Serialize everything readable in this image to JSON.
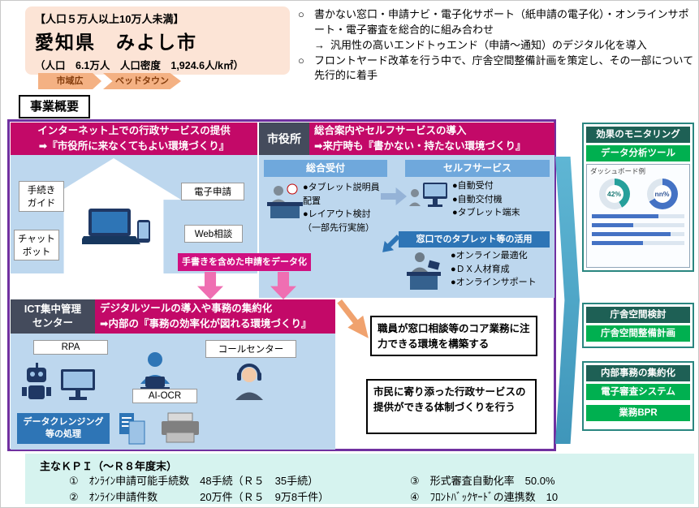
{
  "title_box": {
    "category": "【人口５万人以上10万人未満】",
    "city": "愛知県　みよし市",
    "stats": "（人口　6.1万人　人口密度　1,924.6人/k㎡）",
    "tag1": "市域広",
    "tag2": "ベッドタウン"
  },
  "intro": {
    "b1_marker": "○",
    "b1": "書かない窓口・申請ナビ・電子化サポート（紙申請の電子化）・オンラインサポート・電子審査を総合的に組み合わせ",
    "b2_marker": "→",
    "b2": "汎用性の高いエンドトゥエンド（申請〜通知）のデジタル化を導入",
    "b3_marker": "○",
    "b3": "フロントヤード改革を行う中で、庁舎空間整備計画を策定し、その一部について先行的に着手"
  },
  "overview_label": "事業概要",
  "internet": {
    "header1": "インターネット上での行政サービスの提供",
    "header2": "➡『市役所に来なくてもよい環境づくり』",
    "label_guide": "手続き\nガイド",
    "label_eapp": "電子申請",
    "label_chatbot": "チャット\nボット",
    "label_web": "Web相談",
    "banner": "手書きを含めた申請をデータ化"
  },
  "cityhall": {
    "title": "市役所",
    "header1": "総合案内やセルフサービスの導入",
    "header2": "➡来庁時も『書かない・持たない環境づくり』",
    "reception_title": "総合受付",
    "reception_bullets": [
      "●タブレット説明員配置",
      "●レイアウト検討（一部先行実施）"
    ],
    "selfservice_title": "セルフサービス",
    "selfservice_bullets": [
      "●自動受付",
      "●自動交付機",
      "●タブレット端末"
    ],
    "banner": "窓口でのタブレット等の活用",
    "bottom_bullets": [
      "●オンライン最適化",
      "●ＤＸ人材育成",
      "●オンラインサポート"
    ]
  },
  "ict": {
    "title": "ICT集中管理\nセンター",
    "header1": "デジタルツールの導入や事務の集約化",
    "header2": "➡内部の『事務の効率化が図れる環境づくり』",
    "rpa": "RPA",
    "callcenter": "コールセンター",
    "aiocr": "AI-OCR",
    "cleansing": "データクレンジング等の処理"
  },
  "callouts": {
    "staff": "職員が窓口相談等のコア業務に注力できる環境を構築する",
    "citizen": "市民に寄り添った行政サービスの提供ができる体制づくりを行う"
  },
  "right": {
    "monitoring_title": "効果のモニタリング",
    "monitoring_item": "データ分析ツール",
    "dashboard_caption": "ダッシュボード例",
    "donut1": "42%",
    "donut2": "nn%",
    "space_title": "庁舎空間検討",
    "space_item": "庁舎空間整備計画",
    "internal_title": "内部事務の集約化",
    "internal_item1": "電子審査システム",
    "internal_item2": "業務BPR"
  },
  "kpi": {
    "heading": "主なＫＰＩ（〜Ｒ８年度末）",
    "k1": "①　ｵﾝﾗｲﾝ申請可能手続数　48手続（Ｒ５　35手続）",
    "k2": "②　ｵﾝﾗｲﾝ申請件数　　　　20万件（Ｒ５　9万8千件）",
    "k3": "③　形式審査自動化率　50.0%",
    "k4": "④　ﾌﾛﾝﾄﾊﾞｯｸﾔｰﾄﾞの連携数　10"
  },
  "colors": {
    "magenta": "#c30968",
    "pink_banner": "#d01080",
    "light_blue": "#bdd7ee",
    "mid_blue": "#6fa8dc",
    "dark_blue": "#2e75b6",
    "green": "#00b050",
    "teal_header": "#1e6055",
    "purple_border": "#7030a0",
    "peach": "#fce4d6",
    "orange": "#f4b183",
    "kpi_bg": "#d6f3ef"
  }
}
